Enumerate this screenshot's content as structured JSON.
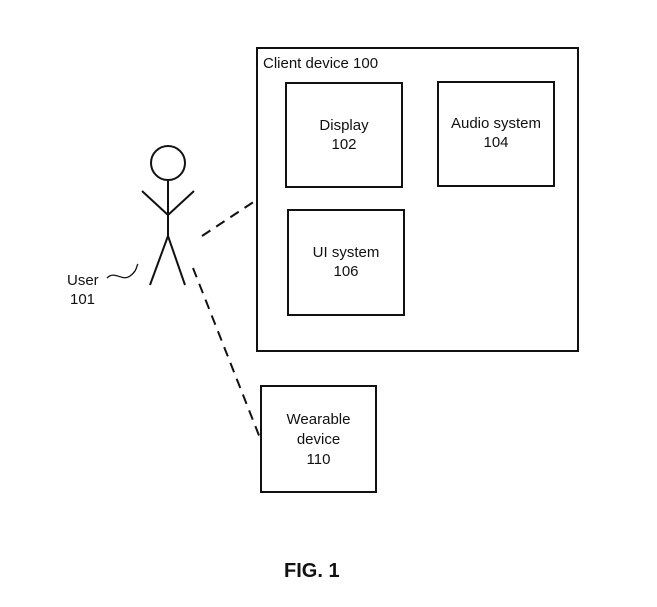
{
  "figure": {
    "caption": "FIG. 1"
  },
  "user": {
    "label": "User",
    "number": "101"
  },
  "client_device": {
    "label": "Client device 100",
    "components": [
      {
        "name": "Display",
        "number": "102"
      },
      {
        "name": "Audio system",
        "number": "104"
      },
      {
        "name": "UI system",
        "number": "106"
      }
    ]
  },
  "wearable_device": {
    "line1": "Wearable",
    "line2": "device",
    "number": "110"
  },
  "colors": {
    "stroke": "#111111",
    "background": "#ffffff"
  }
}
